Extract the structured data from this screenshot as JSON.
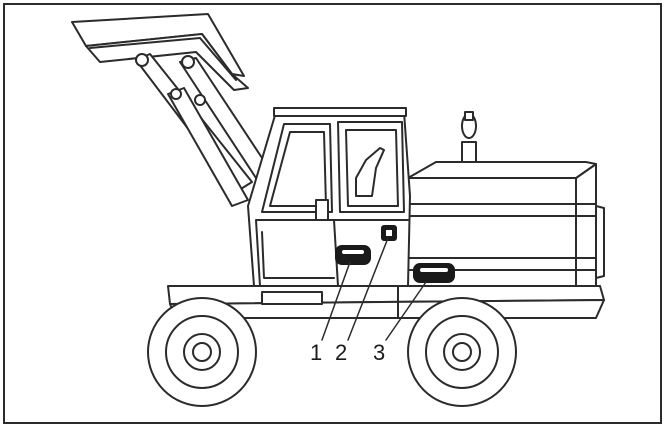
{
  "callouts": [
    {
      "id": "1",
      "label": "1"
    },
    {
      "id": "2",
      "label": "2"
    },
    {
      "id": "3",
      "label": "3"
    }
  ],
  "colors": {
    "line": "#2b2b2b",
    "fill": "#ffffff",
    "component": "#1a1a1a"
  },
  "icons": [
    "wheel-loader-illustration"
  ]
}
